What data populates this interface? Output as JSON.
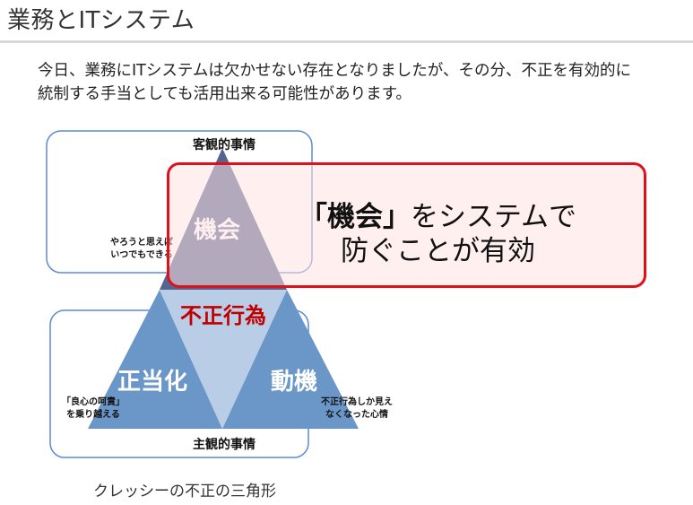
{
  "page": {
    "title": "業務とITシステム",
    "intro_line1": "今日、業務にITシステムは欠かせない存在となりましたが、その分、不正を有効的に",
    "intro_line2": "統制する手当としても活用出来る可能性があります。",
    "caption": "クレッシーの不正の三角形"
  },
  "diagram": {
    "top_label": "客観的事情",
    "bottom_label": "主観的事情",
    "apex": "機会",
    "center": "不正行為",
    "left": "正当化",
    "right": "動機",
    "note_opportunity_1": "やろうと思えば",
    "note_opportunity_2": "いつでもできる",
    "note_rationalization_1": "「良心の呵責」",
    "note_rationalization_2": "を乗り越える",
    "note_motive_1": "不正行為しか見え",
    "note_motive_2": "なくなった心情"
  },
  "callout": {
    "emphasis": "「機会」",
    "line1_rest": "をシステムで",
    "line2": "防ぐことが有効"
  },
  "colors": {
    "apex_fill": "#56658f",
    "side_fill": "#6a96c8",
    "center_fill": "#b9cde6",
    "center_text": "#c00000",
    "callout_border": "#e0101a",
    "box_border": "#5b8ad6"
  }
}
